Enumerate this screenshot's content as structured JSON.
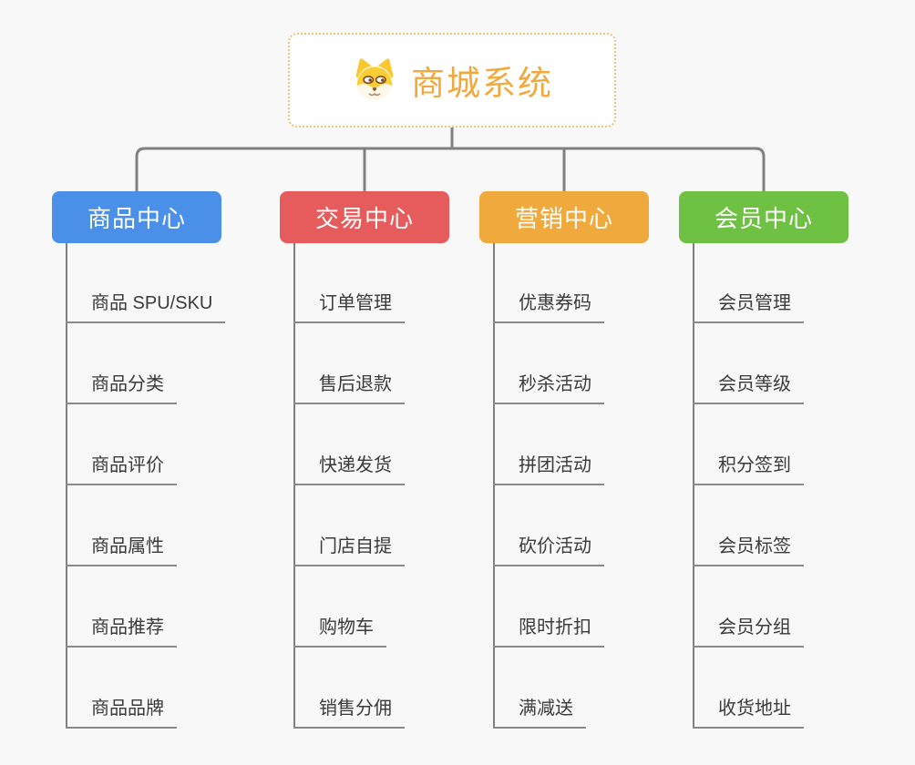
{
  "root": {
    "title": "商城系统",
    "icon": "dog-face-icon"
  },
  "branches": [
    {
      "label": "商品中心",
      "color": "#4a90e8",
      "name": "product-center",
      "children": [
        "商品 SPU/SKU",
        "商品分类",
        "商品评价",
        "商品属性",
        "商品推荐",
        "商品品牌"
      ]
    },
    {
      "label": "交易中心",
      "color": "#e65c5c",
      "name": "trade-center",
      "children": [
        "订单管理",
        "售后退款",
        "快递发货",
        "门店自提",
        "购物车",
        "销售分佣"
      ]
    },
    {
      "label": "营销中心",
      "color": "#efa93c",
      "name": "marketing-center",
      "children": [
        "优惠券码",
        "秒杀活动",
        "拼团活动",
        "砍价活动",
        "限时折扣",
        "满减送"
      ]
    },
    {
      "label": "会员中心",
      "color": "#6ec143",
      "name": "member-center",
      "children": [
        "会员管理",
        "会员等级",
        "积分签到",
        "会员标签",
        "会员分组",
        "收货地址"
      ]
    }
  ],
  "colors": {
    "background": "#f8f8f8",
    "connector": "#808080",
    "leaf_underline": "#898989",
    "root_text": "#f2a93c",
    "root_border": "#f3c06e",
    "leaf_text": "#3a3a3a"
  }
}
